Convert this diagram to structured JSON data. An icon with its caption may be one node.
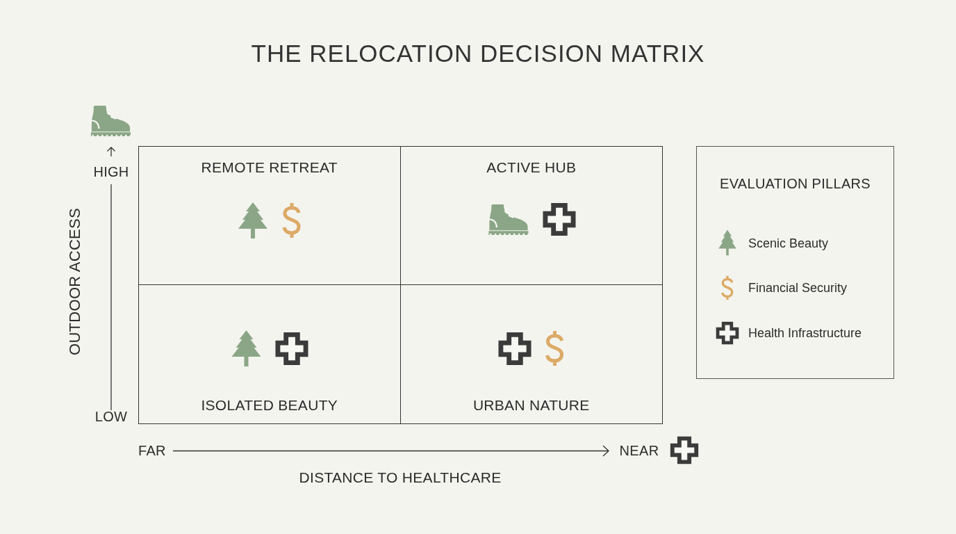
{
  "diagram": {
    "title": "THE RELOCATION DECISION MATRIX",
    "nodes": [
      {
        "text": [
          "REMOTE RETREAT"
        ]
      },
      {
        "text": [
          "ACTIVE HUB"
        ]
      },
      {
        "text": [
          "ISOLATED BEAUTY"
        ]
      },
      {
        "text": [
          "URBAN NATURE"
        ]
      }
    ],
    "labels": [
      "HIGH",
      "OUTDOOR ACCESS",
      "LOW",
      "FAR",
      "NEAR",
      "DISTANCE TO HEALTHCARE",
      "EVALUATION PILLARS"
    ],
    "legend": [
      {
        "text": "Scenic Beauty"
      },
      {
        "text": "Financial Security"
      },
      {
        "text": "Health Infrastructure"
      }
    ]
  }
}
